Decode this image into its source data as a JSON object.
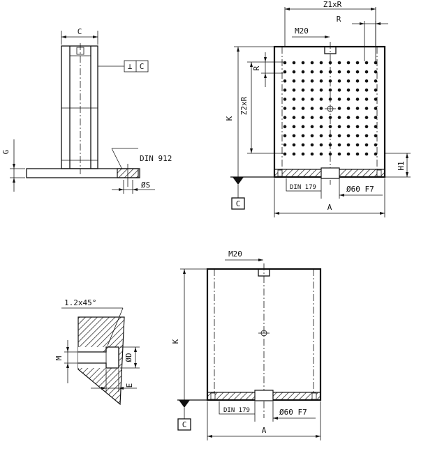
{
  "side_view": {
    "dim_c": "C",
    "perp_symbol": "⊥",
    "datum_c": "C",
    "dim_g": "G",
    "din_912": "DIN 912",
    "dim_s": "ØS"
  },
  "front_grid": {
    "dim_z1": "Z1xR",
    "dim_r_top": "R",
    "dim_m20": "M20",
    "dim_r_side": "R",
    "dim_z2": "Z2xR",
    "dim_k": "K",
    "dim_h1": "H1",
    "din_179": "DIN 179",
    "dim_bore": "Ø60 F7",
    "dim_a": "A",
    "datum_c": "C"
  },
  "detail": {
    "chamfer": "1.2x45°",
    "dim_m": "M",
    "dim_d": "ØD",
    "dim_e": "E"
  },
  "front_plain": {
    "dim_m20": "M20",
    "dim_k": "K",
    "din_179": "DIN 179",
    "dim_bore": "Ø60 F7",
    "dim_a": "A",
    "datum_c": "C"
  },
  "colors": {
    "ink": "#111111",
    "paper": "#ffffff"
  }
}
